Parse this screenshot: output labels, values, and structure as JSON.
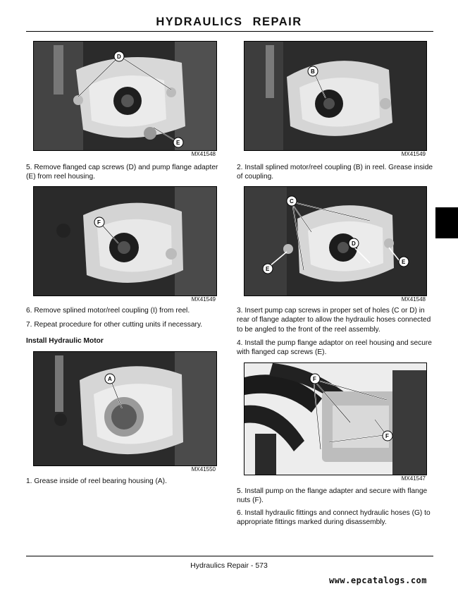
{
  "header": {
    "title": "HYDRAULICS REPAIR"
  },
  "figures": [
    {
      "id": "MX41548",
      "callouts": [
        "D",
        "E"
      ]
    },
    {
      "id": "MX41549",
      "callouts": [
        "B"
      ]
    },
    {
      "id": "MX41549",
      "callouts": [
        "F"
      ]
    },
    {
      "id": "MX41548",
      "callouts": [
        "C",
        "D",
        "E",
        "E"
      ]
    },
    {
      "id": "MX41550",
      "callouts": [
        "A"
      ]
    },
    {
      "id": "MX41547",
      "callouts": [
        "F",
        "F"
      ]
    }
  ],
  "steps": {
    "s1": "5.  Remove flanged cap screws (D) and pump flange adapter (E) from reel housing.",
    "s2": "2.  Install splined motor/reel coupling (B) in reel. Grease inside of coupling.",
    "s3": "6.  Remove splined motor/reel coupling (I) from reel.",
    "s4": "7.  Repeat procedure for other cutting units if necessary.",
    "s5": "3.  Insert pump cap screws in proper set of holes (C or D) in rear of flange adapter to allow the hydraulic hoses connected to be angled to the front of the reel assembly.",
    "s6": "4.   Install the pump flange adaptor on reel housing and secure with flanged cap screws (E).",
    "s7": "1.  Grease inside of reel bearing housing (A).",
    "s8": "5.  Install pump on the flange adapter and secure with flange nuts (F).",
    "s9": "6.  Install hydraulic fittings and connect hydraulic hoses (G) to appropriate fittings marked during disassembly."
  },
  "section_heading": "Install Hydraulic Motor",
  "footer": {
    "text": "Hydraulics   Repair - 573"
  },
  "watermark": "www.epcatalogs.com"
}
